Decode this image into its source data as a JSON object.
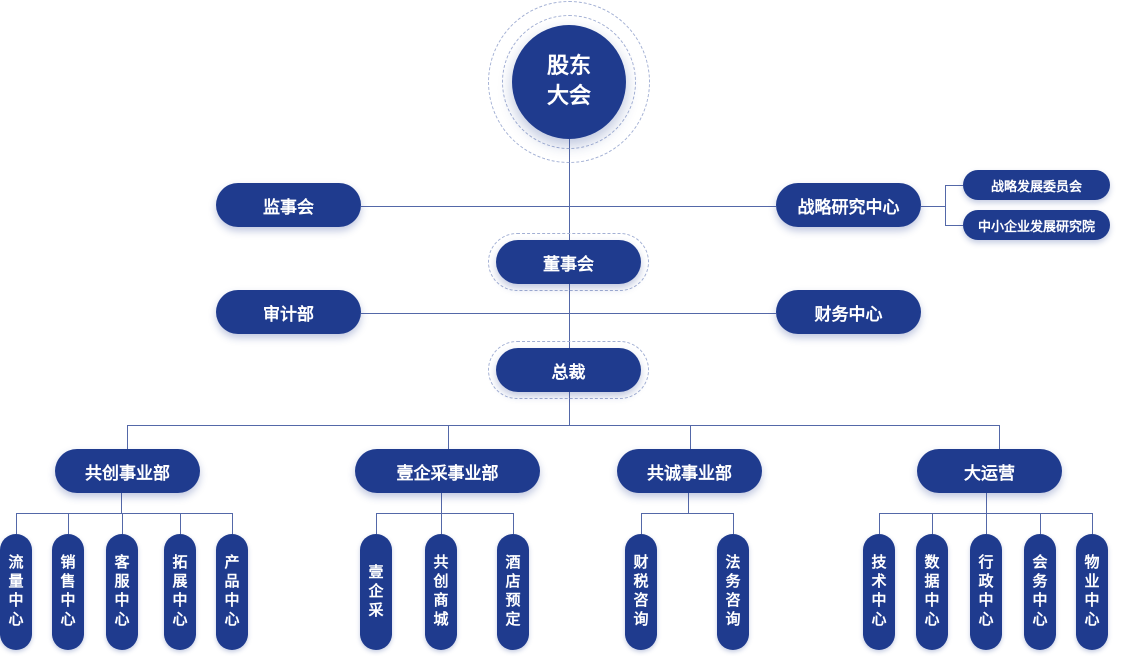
{
  "top": {
    "line1": "股东",
    "line2": "大会"
  },
  "level1": {
    "left": "监事会",
    "right": "战略研究中心",
    "right_children": [
      "战略发展委员会",
      "中小企业发展研究院"
    ]
  },
  "board": "董事会",
  "level2": {
    "left": "审计部",
    "right": "财务中心"
  },
  "president": "总裁",
  "divisions": [
    {
      "name": "共创事业部",
      "children": [
        "流量中心",
        "销售中心",
        "客服中心",
        "拓展中心",
        "产品中心"
      ]
    },
    {
      "name": "壹企采事业部",
      "children": [
        "壹企采",
        "共创商城",
        "酒店预定"
      ]
    },
    {
      "name": "共诚事业部",
      "children": [
        "财税咨询",
        "法务咨询"
      ]
    },
    {
      "name": "大运营",
      "children": [
        "技术中心",
        "数据中心",
        "行政中心",
        "会务中心",
        "物业中心"
      ]
    }
  ],
  "colors": {
    "node": "#1f3b8e",
    "line": "#5468a8",
    "ring": "#a3b0d4"
  }
}
